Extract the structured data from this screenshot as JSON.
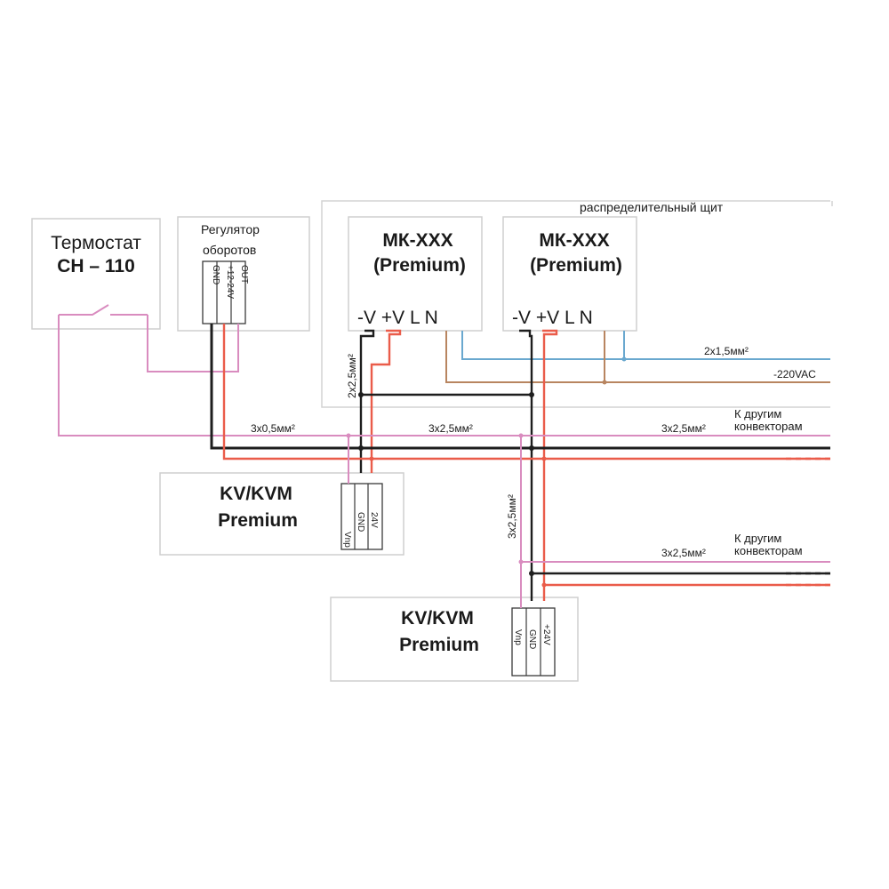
{
  "thermostat": {
    "line1": "Термостат",
    "line2": "CH – 110"
  },
  "speed_controller": {
    "title_line1": "Регулятор",
    "title_line2": "оборотов",
    "pins": [
      "GND",
      "+12-24V",
      "OUT"
    ]
  },
  "panel": {
    "title": "распределительный щит"
  },
  "power_supply_1": {
    "model": "МК-XXX",
    "variant": "(Premium)",
    "terminals": "-V +V L N"
  },
  "power_supply_2": {
    "model": "МК-XXX",
    "variant": "(Premium)",
    "terminals": "-V +V L N"
  },
  "convector_1": {
    "line1": "KV/KVM",
    "line2": "Premium",
    "pins": [
      "Vnp",
      "GND",
      "24V"
    ]
  },
  "convector_2": {
    "line1": "KV/KVM",
    "line2": "Premium",
    "pins": [
      "Vnp",
      "GND",
      "+24V"
    ]
  },
  "cable_labels": {
    "mains_cable": "2x1,5мм²",
    "mains_voltage": "-220VAC",
    "psu_link": "2x2,5мм²",
    "signal_cable": "3x0,5мм²",
    "main_bus": "3x2,5мм²",
    "to_others_1_cable": "3x2,5мм²",
    "to_others_1_line1": "К другим",
    "to_others_1_line2": "конвекторам",
    "drop_cable": "3x2,5мм²",
    "to_others_2_cable": "3x2,5мм²",
    "to_others_2_line1": "К другим",
    "to_others_2_line2": "конвекторам"
  },
  "colors": {
    "signal_wire": "#d98cbf",
    "ground_wire": "#1e1e1e",
    "plus_wire": "#ea5c4a",
    "live_wire": "#b88560",
    "neutral_wire": "#6aa8cf"
  }
}
